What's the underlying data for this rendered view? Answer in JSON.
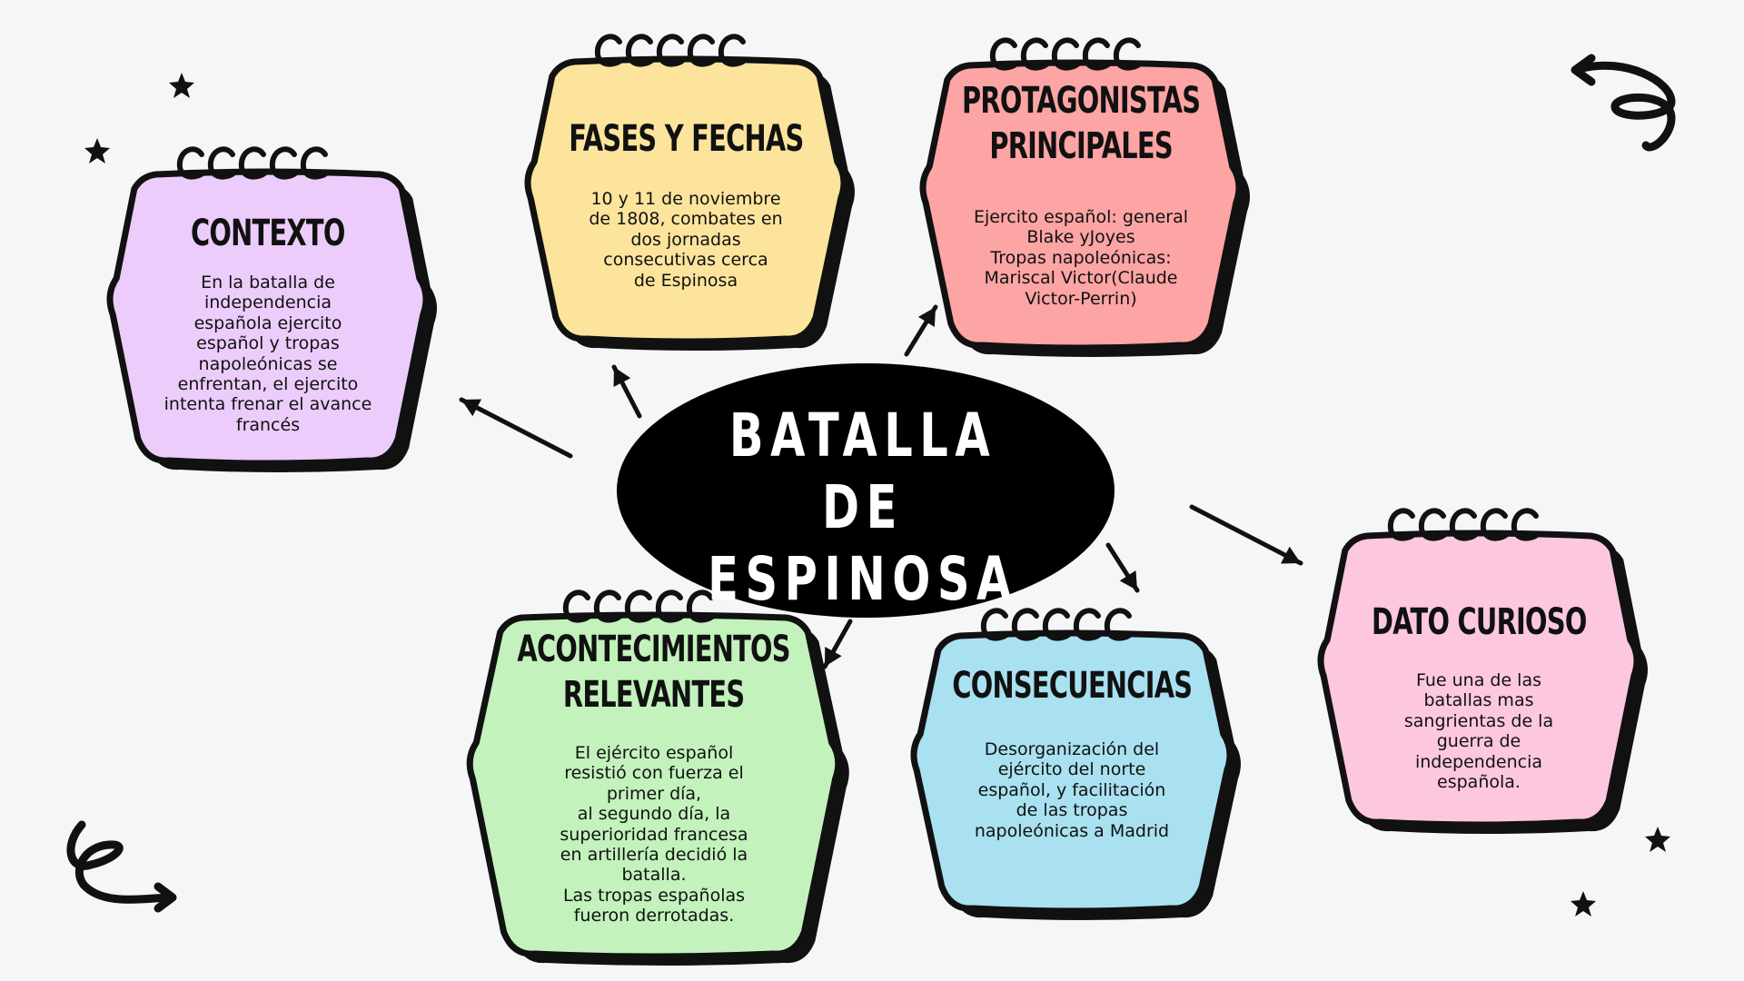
{
  "central_topic": "BATALLA DE\nESPINOSA",
  "cards": [
    {
      "key": "contexto",
      "title": "CONTEXTO",
      "body": "En la batalla de\nindependencia\nespañola ejercito\nespañol y tropas\nnapoleónicas se\nenfrentan, el ejercito\nintenta frenar el avance\nfrancés",
      "color": "#ecccfb"
    },
    {
      "key": "fases",
      "title": "FASES Y FECHAS",
      "body": "10 y 11 de noviembre\nde 1808, combates en\ndos jornadas\nconsecutivas cerca\nde Espinosa",
      "color": "#fde49c"
    },
    {
      "key": "protagonistas",
      "title": "PROTAGONISTAS\nPRINCIPALES",
      "body": "Ejercito español: general\nBlake yJoyes\nTropas napoleónicas:\nMariscal Victor(Claude\nVictor-Perrin)",
      "color": "#fda4a4"
    },
    {
      "key": "acontecimientos",
      "title": "ACONTECIMIENTOS\nRELEVANTES",
      "body": "El ejército español\nresistió con fuerza el\nprimer día,\nal segundo día, la\nsuperioridad francesa\nen artillería decidió la\nbatalla.\nLas tropas españolas\nfueron derrotadas.",
      "color": "#c3f2bd"
    },
    {
      "key": "consecuencias",
      "title": "CONSECUENCIAS",
      "body": "Desorganización del\nejército del norte\nespañol, y facilitación\nde las tropas\nnapoleónicas a Madrid",
      "color": "#a9e1f1"
    },
    {
      "key": "dato",
      "title": "DATO CURIOSO",
      "body": "Fue una de las\nbatallas mas\nsangrientas de la\nguerra de\nindependencia\nespañola.",
      "color": "#fdc7e0"
    }
  ],
  "icons": {
    "arrow": "arrow-icon",
    "star": "star-icon",
    "spiral": "spiral-icon",
    "swirl": "swirl-arrow-icon"
  },
  "colors": {
    "ink": "#111111",
    "background": "#f5f6f8",
    "center": "#000000"
  }
}
